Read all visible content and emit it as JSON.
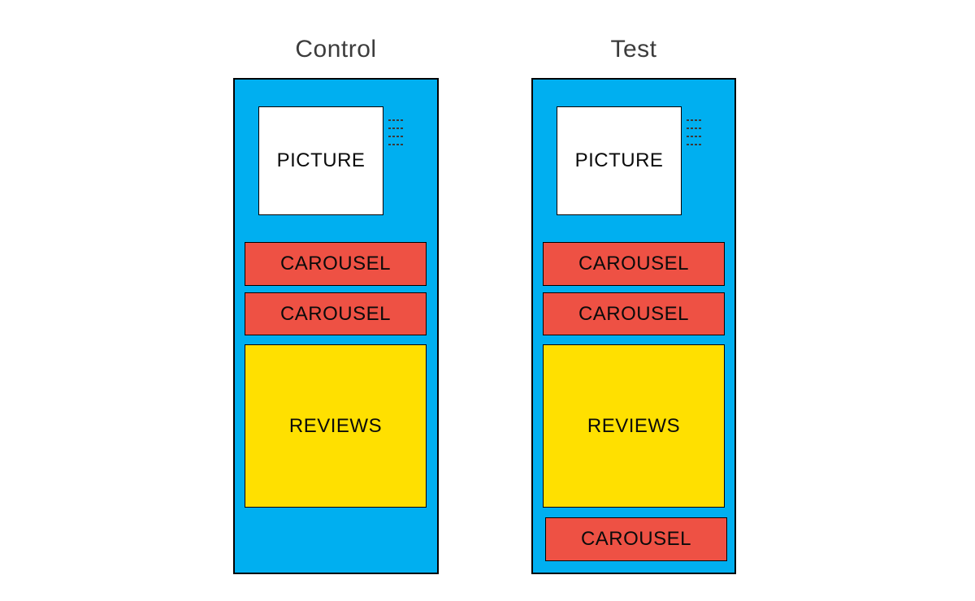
{
  "colors": {
    "phone": "#00AFF0",
    "carousel": "#EE5144",
    "reviews": "#FFE000",
    "picture": "#ffffff",
    "border": "#000000",
    "title": "#3c3c3c",
    "dash": "#3a3a3a"
  },
  "icons": {
    "picture_side_lines": "text-lines-icon"
  },
  "variants": [
    {
      "title": "Control",
      "picture_label": "PICTURE",
      "carousel1_label": "CAROUSEL",
      "carousel2_label": "CAROUSEL",
      "reviews_label": "REVIEWS"
    },
    {
      "title": "Test",
      "picture_label": "PICTURE",
      "carousel1_label": "CAROUSEL",
      "carousel2_label": "CAROUSEL",
      "reviews_label": "REVIEWS",
      "carousel3_label": "CAROUSEL"
    }
  ]
}
